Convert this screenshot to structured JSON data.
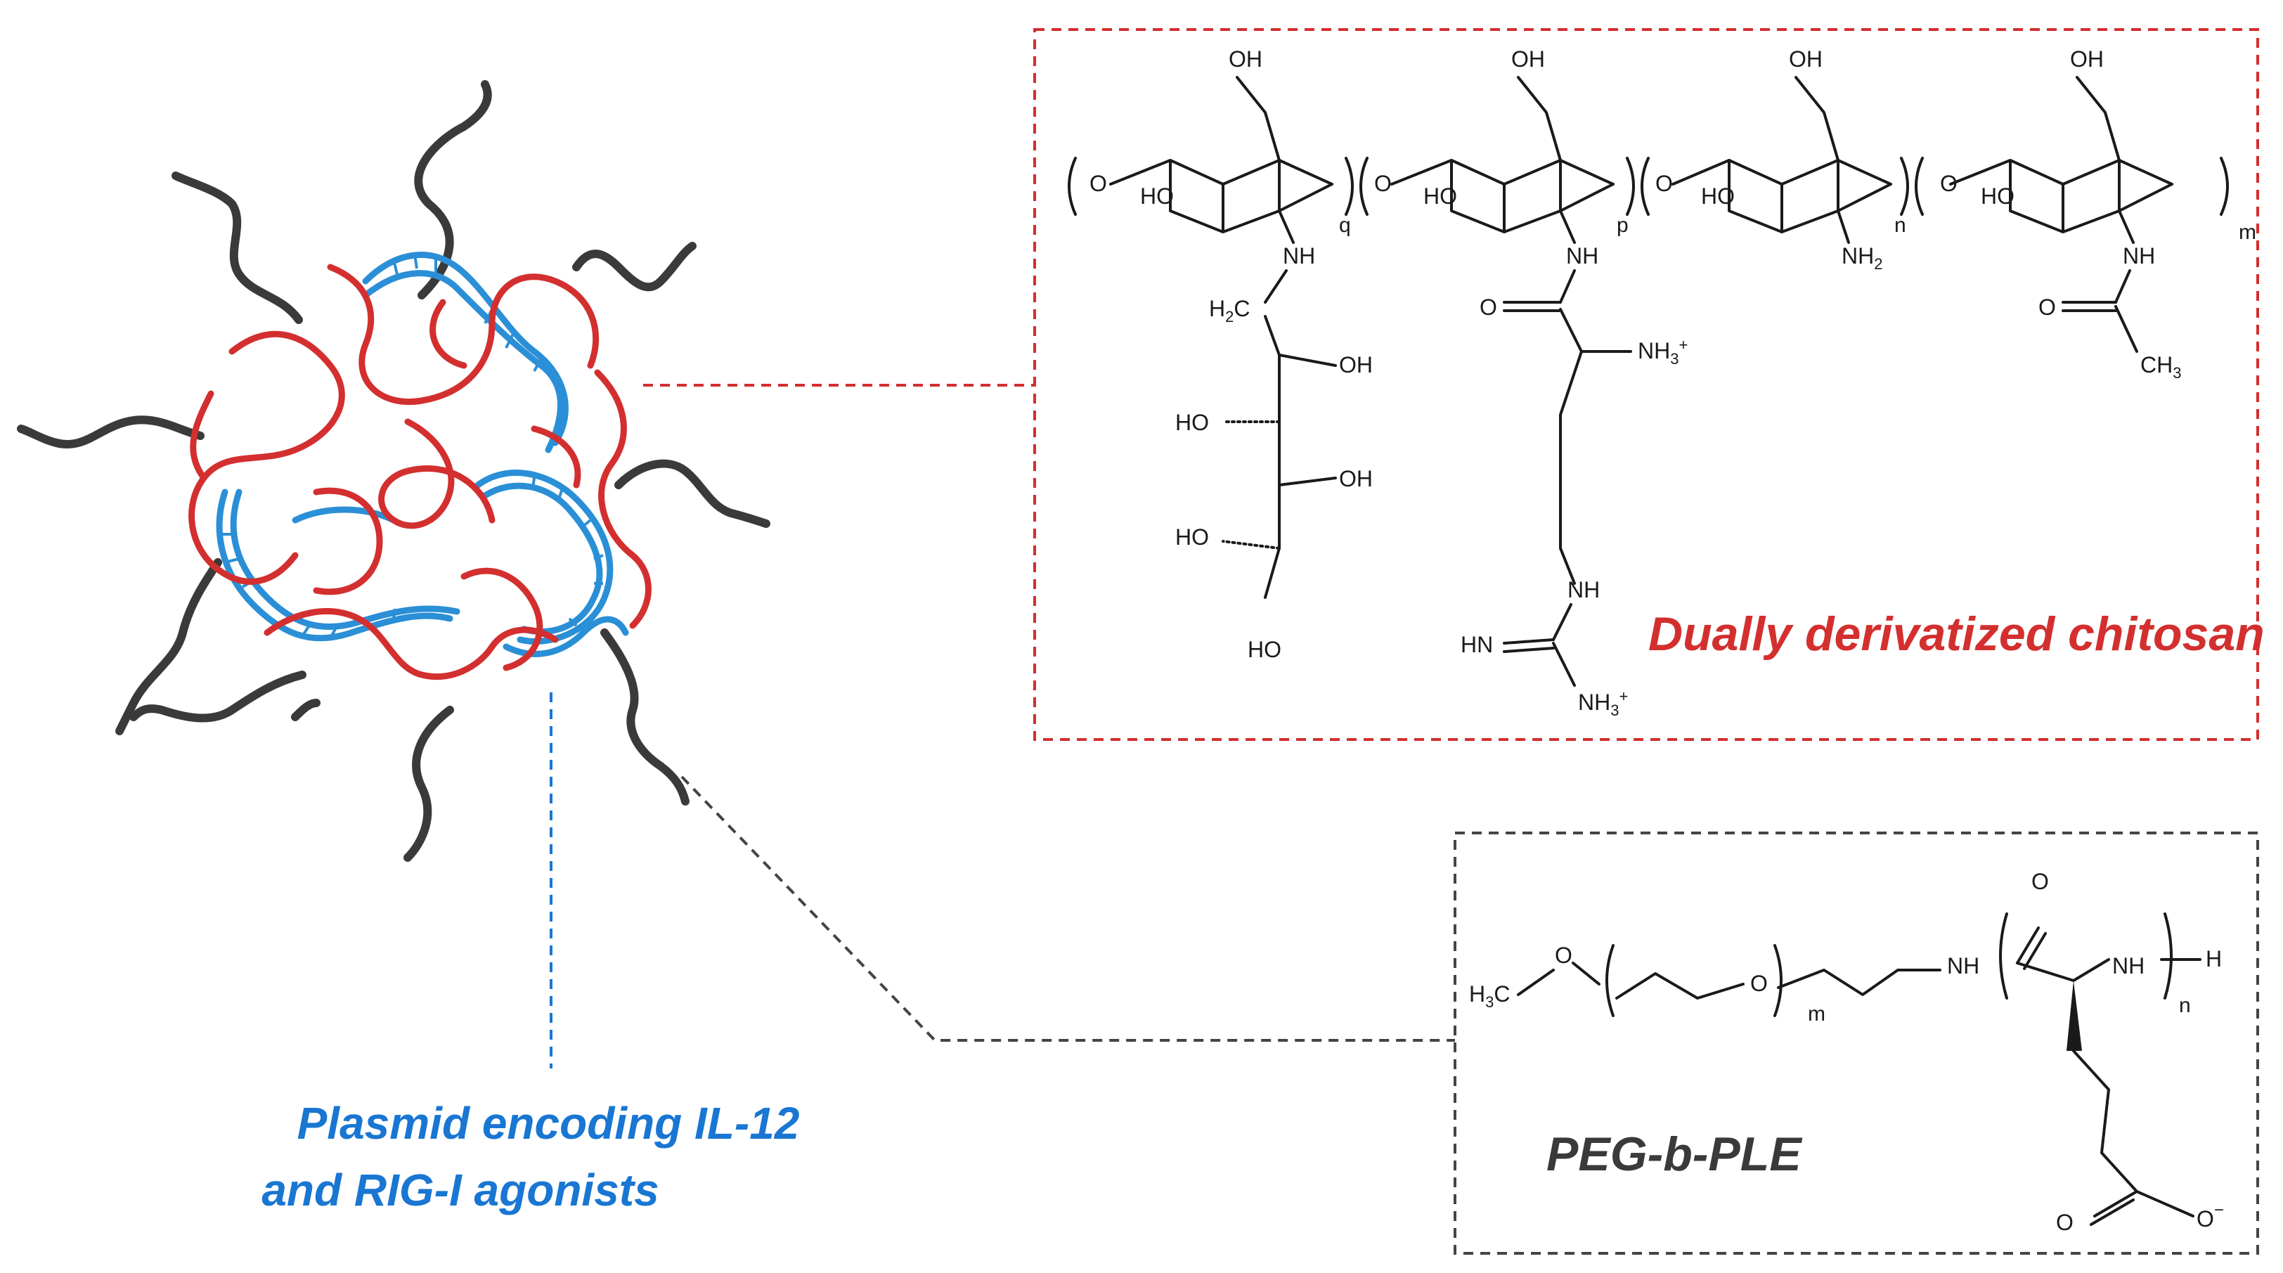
{
  "labels": {
    "plasmid_line1": "Plasmid encoding IL-12",
    "plasmid_line2": "and RIG-I agonists",
    "chitosan": "Dually derivatized chitosan",
    "peg": "PEG-b-PLE"
  },
  "chitosan_structure": {
    "atoms": {
      "oh_top": "OH",
      "o_link": "O",
      "ho_ring": "HO",
      "nh": "NH",
      "nh2": "NH",
      "nh2_sub": "2",
      "nh3": "NH",
      "nh3_sub": "3",
      "nh3_charge": "+",
      "h2c": "H",
      "h2c_sub": "2",
      "h2c_c": "C",
      "oh": "OH",
      "ho": "HO",
      "o_carbonyl": "O",
      "hn": "HN",
      "ch3": "CH",
      "ch3_sub": "3"
    },
    "subscripts": {
      "q": "q",
      "p": "p",
      "n": "n",
      "m": "m"
    }
  },
  "peg_structure": {
    "atoms": {
      "h3c": "H",
      "h3c_sub": "3",
      "h3c_c": "C",
      "o": "O",
      "nh": "NH",
      "h": "H",
      "o_carbonyl": "O",
      "o_minus": "O",
      "charge": "−"
    },
    "subscripts": {
      "m": "m",
      "n": "n"
    }
  },
  "colors": {
    "chitosan_red": "#d32f2f",
    "plasmid_blue": "#1976d2",
    "dna_blue": "#2a8fd6",
    "peg_gray": "#3a3a3a",
    "box_gray": "#444444",
    "text_black": "#1a1a1a"
  }
}
